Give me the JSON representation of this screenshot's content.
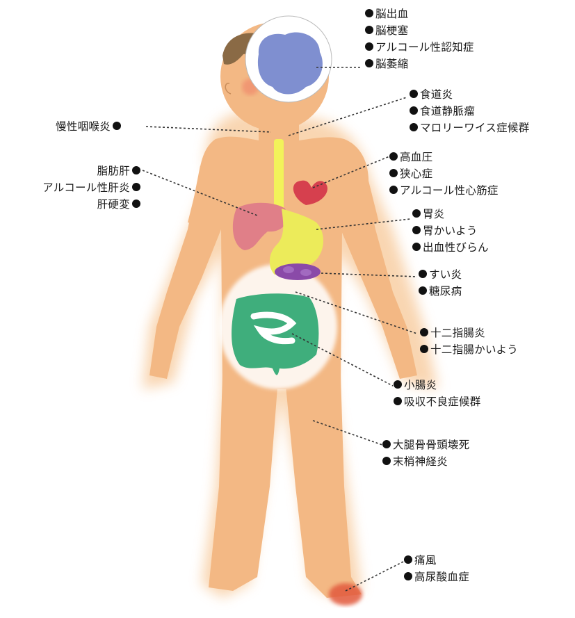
{
  "groups": {
    "brain": [
      "脳出血",
      "脳梗塞",
      "アルコール性認知症",
      "脳萎縮"
    ],
    "throat": [
      "慢性咽喉炎"
    ],
    "esophagus": [
      "食道炎",
      "食道静脈瘤",
      "マロリーワイス症候群"
    ],
    "heart": [
      "高血圧",
      "狭心症",
      "アルコール性心筋症"
    ],
    "liver": [
      "脂肪肝",
      "アルコール性肝炎",
      "肝硬変"
    ],
    "stomach": [
      "胃炎",
      "胃かいよう",
      "出血性びらん"
    ],
    "pancreas": [
      "すい炎",
      "糖尿病"
    ],
    "duodenum": [
      "十二指腸炎",
      "十二指腸かいよう"
    ],
    "intestine": [
      "小腸炎",
      "吸収不良症候群"
    ],
    "leg": [
      "大腿骨骨頭壊死",
      "末梢神経炎"
    ],
    "foot": [
      "痛風",
      "高尿酸血症"
    ]
  },
  "colors": {
    "skin": "#f3b884",
    "skin_glow": "#f8d7b4",
    "hair": "#8a6a45",
    "brain": "#7f8fd0",
    "esophagus": "#f2f25a",
    "heart": "#d6404e",
    "liver": "#e07f88",
    "stomach": "#eceb5a",
    "pancreas": "#8a4aa8",
    "intestine": "#3fae7c",
    "gout": "#e25a3c"
  }
}
